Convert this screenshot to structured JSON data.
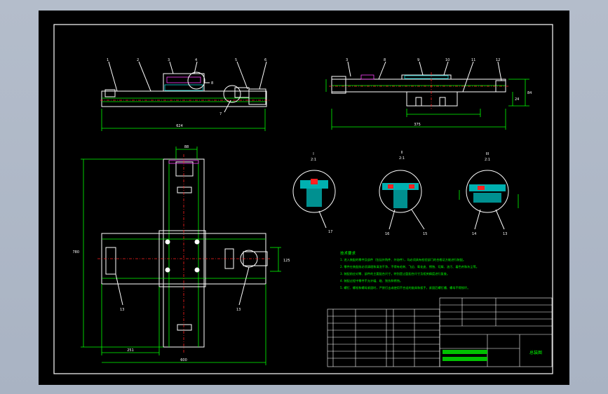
{
  "colors": {
    "background": "#000000",
    "outer_frame": "#ffffff",
    "dimension": "#00ff00",
    "centerline": "#ff2020",
    "hatch": "#00d8d8",
    "magenta": "#ff40ff",
    "surround": "#b0b9c8"
  },
  "views": {
    "front": {
      "leaders": [
        "1",
        "2",
        "3",
        "4",
        "5",
        "6",
        "7",
        "8"
      ],
      "dim_bottom": "624"
    },
    "side": {
      "leaders": [
        "3",
        "8",
        "9",
        "10",
        "11",
        "12"
      ],
      "dim_bottom": "375",
      "dim_right_a": "84",
      "dim_right_b": "24"
    },
    "plan": {
      "dim_top": "88",
      "dim_left": "780",
      "dim_bottom_a": "251",
      "dim_bottom_b": "600",
      "dim_right": "125",
      "leader_left": "13",
      "leader_right": "13"
    },
    "details": [
      {
        "label": "I",
        "scale": "2:1",
        "leader_a": "17",
        "leader_b": ""
      },
      {
        "label": "II",
        "scale": "2:1",
        "leader_a": "16",
        "leader_b": "15"
      },
      {
        "label": "III",
        "scale": "2:1",
        "leader_a": "14",
        "leader_b": "13"
      }
    ]
  },
  "notes": {
    "heading": "技术要求",
    "lines": [
      "1. 进入装配的零件及部件（包括外购件、外协件），均必须具有检验部门的合格证方能进行装配。",
      "2. 零件在装配前必须清理和清洗干净，不得有毛刺、飞边、氧化皮、锈蚀、切屑、油污、着色剂和灰尘等。",
      "3. 装配前应对零、部件的主要配合尺寸，特别是过盈配合尺寸及相关精度进行复查。",
      "4. 装配过程中零件不允许磕、碰、划伤和锈蚀。",
      "5. 螺钉、螺栓和螺母紧固时，严禁打击或使用不合适的旋具和扳手，紧固后螺钉槽、螺母不得损坏。"
    ]
  },
  "title_block": {
    "drawing_name": "总装图"
  }
}
